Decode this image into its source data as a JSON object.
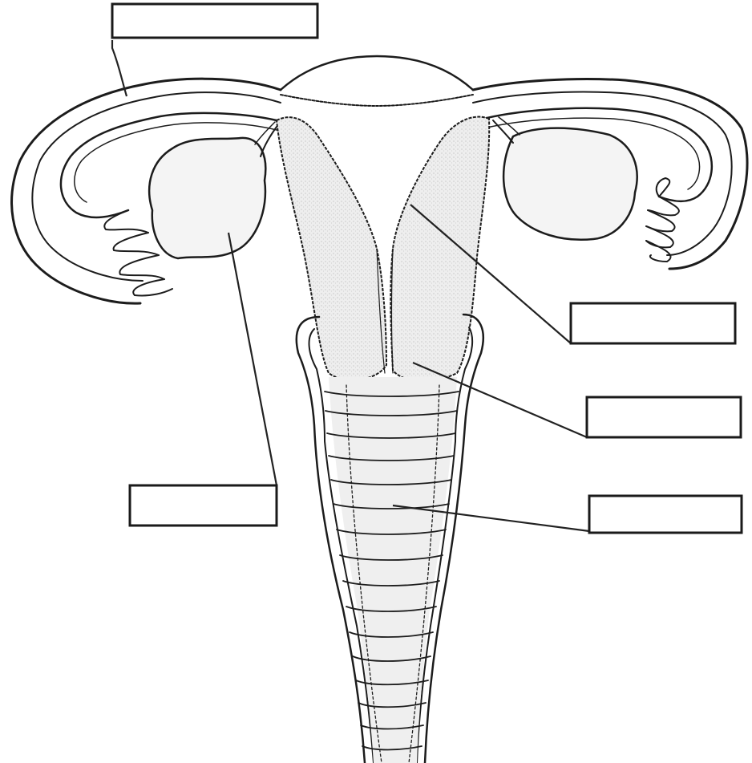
{
  "diagram": {
    "labels": [
      {
        "id": "fallopian-tube",
        "text": ""
      },
      {
        "id": "uterus",
        "text": ""
      },
      {
        "id": "cervix",
        "text": ""
      },
      {
        "id": "vagina",
        "text": ""
      },
      {
        "id": "ovary",
        "text": ""
      }
    ]
  },
  "colors": {
    "ink": "#1c1c1c",
    "shade": "#e9e9e9",
    "background": "#ffffff"
  }
}
